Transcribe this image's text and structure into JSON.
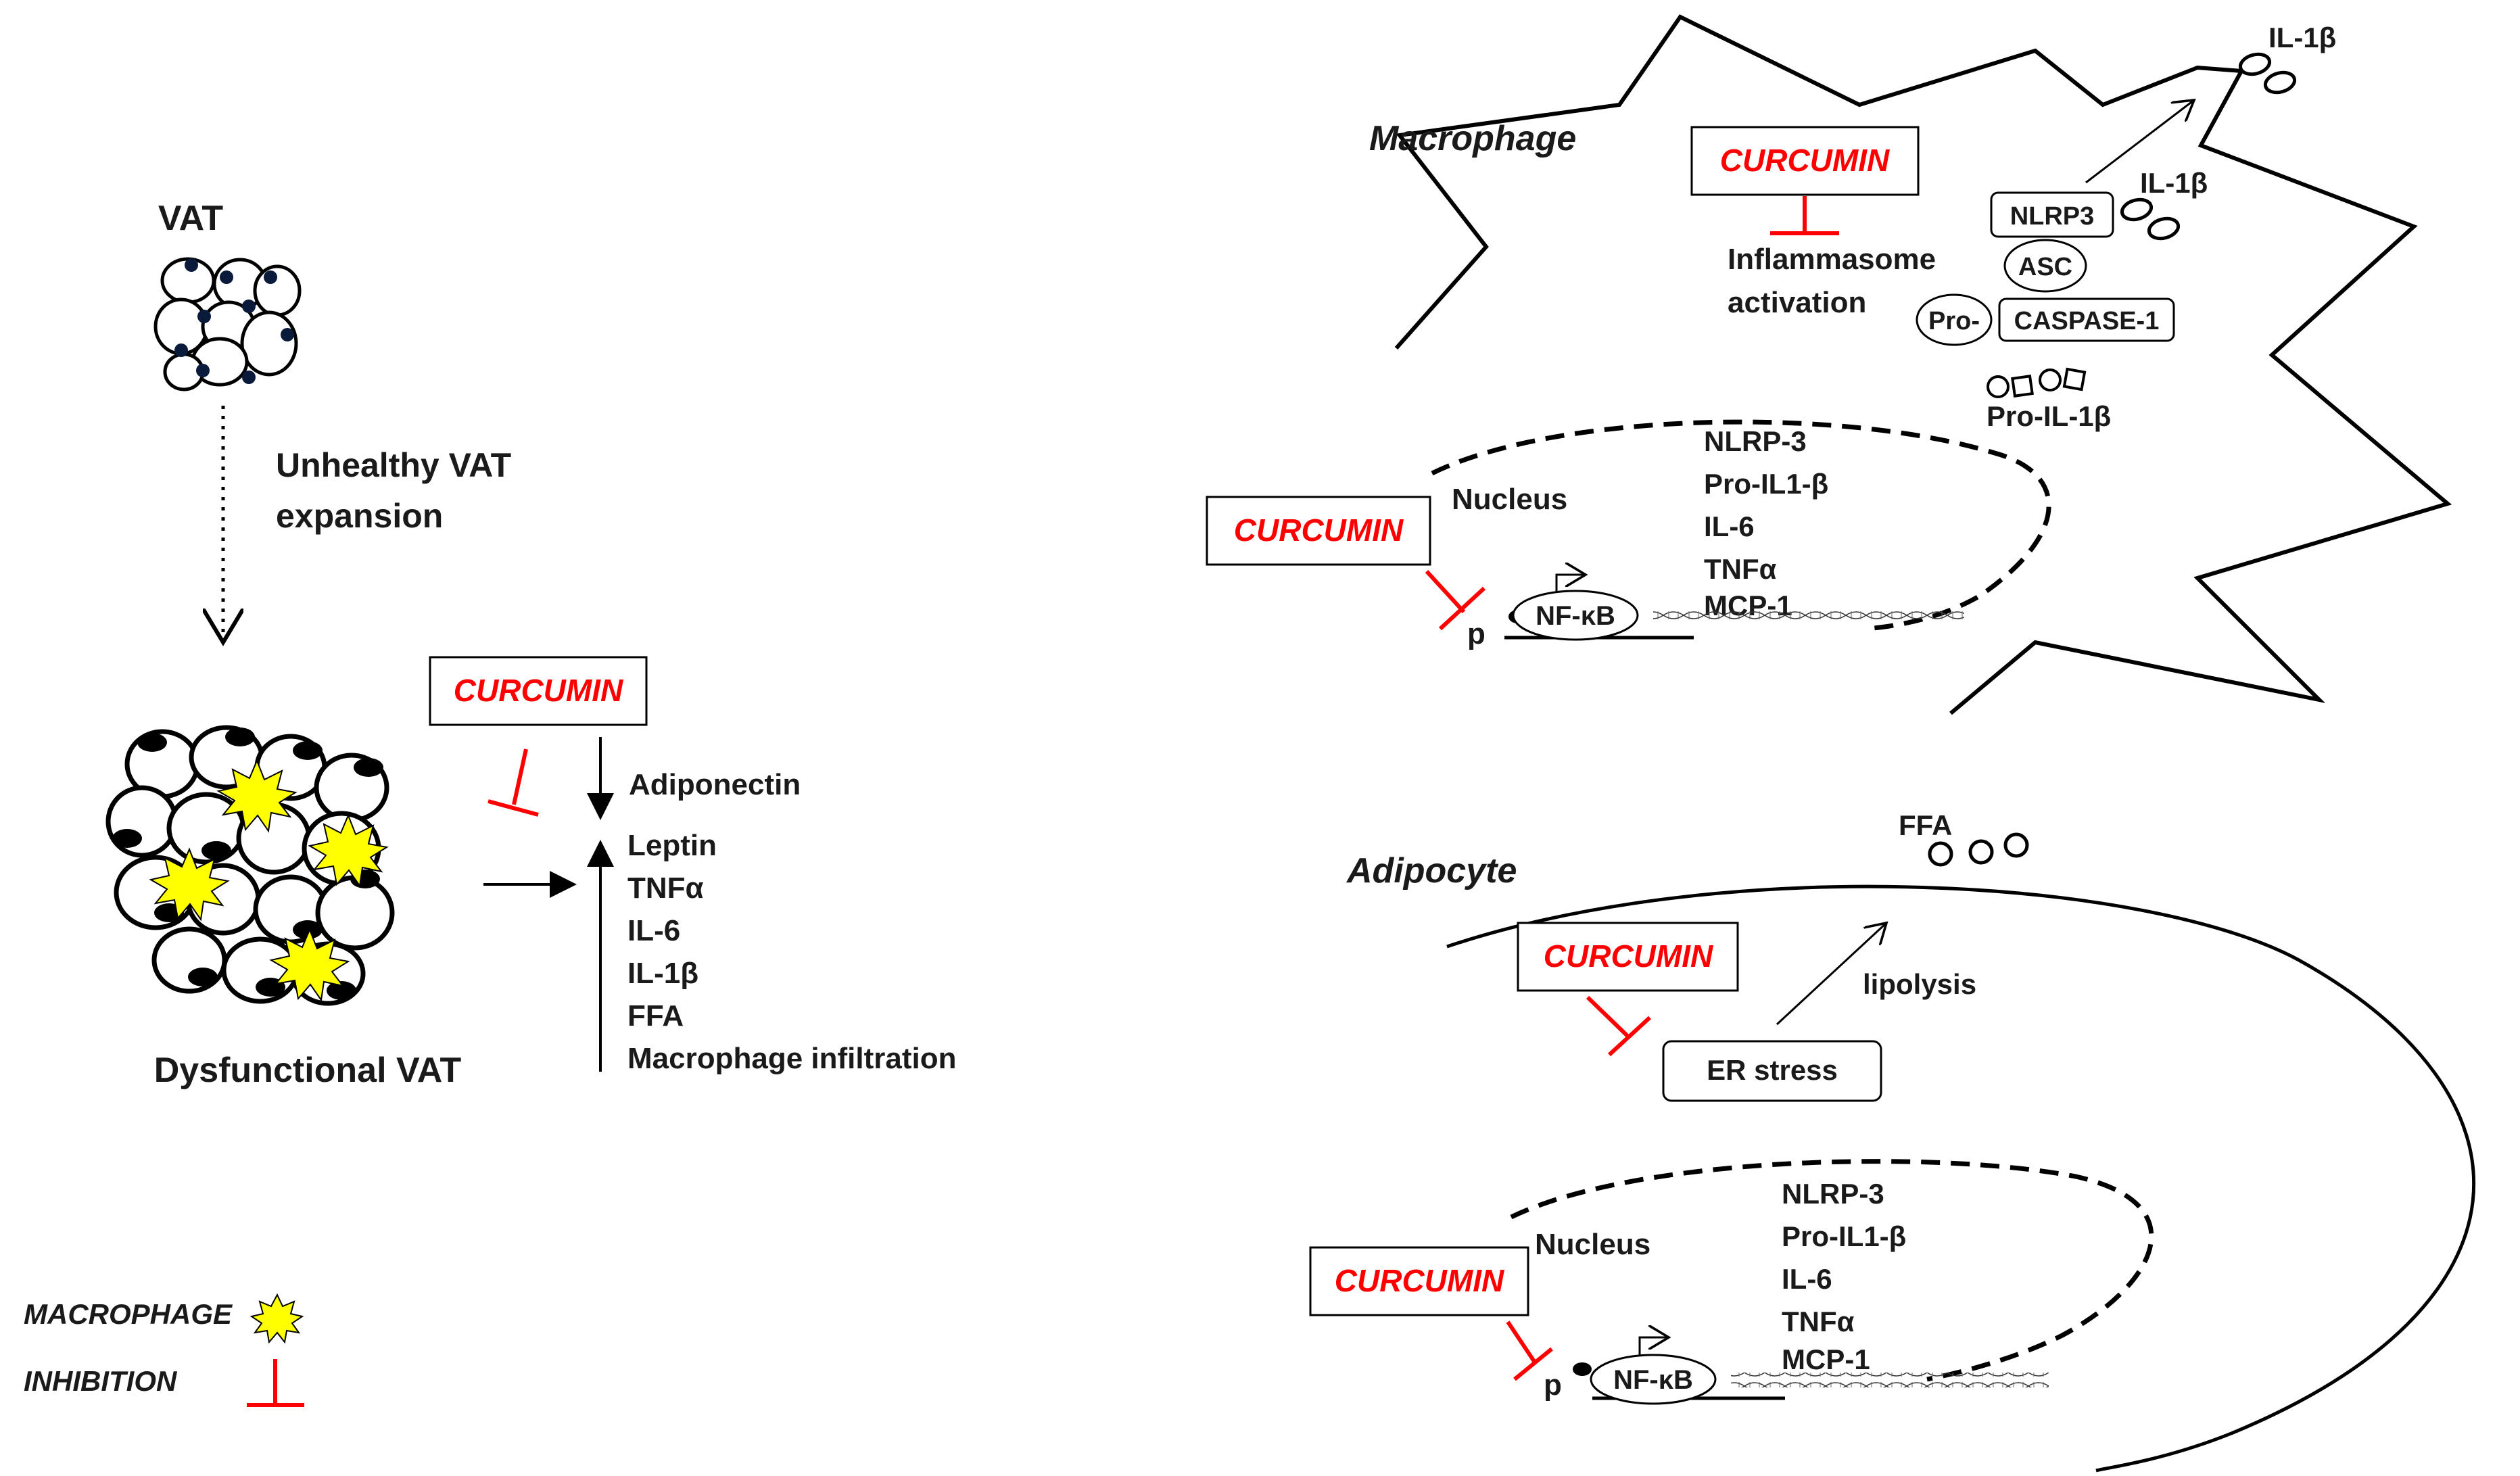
{
  "colors": {
    "inhibition": "#ff0000",
    "macrophage_fill": "#ffff00",
    "outline": "#000000"
  },
  "vat": {
    "title": "VAT",
    "expansion_line1": "Unhealthy VAT",
    "expansion_line2": "expansion",
    "dysfunctional_label": "Dysfunctional VAT",
    "curcumin": "CURCUMIN",
    "decreased": [
      "Adiponectin"
    ],
    "increased": [
      "Leptin",
      "TNFα",
      "IL-6",
      "IL-1β",
      "FFA",
      "Macrophage infiltration"
    ]
  },
  "legend": {
    "macrophage": "MACROPHAGE",
    "inhibition": "INHIBITION"
  },
  "macrophage_cell": {
    "title": "Macrophage",
    "curcumin_top": "CURCUMIN",
    "inflammasome_line1": "Inflammasome",
    "inflammasome_line2": "activation",
    "nlrp3": "NLRP3",
    "asc": "ASC",
    "pro": "Pro-",
    "caspase": "CASPASE-1",
    "pro_il1b": "Pro-IL-1β",
    "il1b_inner": "IL-1β",
    "il1b_outer": "IL-1β",
    "nucleus": "Nucleus",
    "curcumin_nucleus": "CURCUMIN",
    "genes": [
      "NLRP-3",
      "Pro-IL1-β",
      "IL-6",
      "TNFα",
      "MCP-1"
    ],
    "nfkb": "NF-κB",
    "p": "p"
  },
  "adipocyte_cell": {
    "title": "Adipocyte",
    "ffa": "FFA",
    "curcumin_er": "CURCUMIN",
    "lipolysis": "lipolysis",
    "er_stress": "ER stress",
    "nucleus": "Nucleus",
    "curcumin_nucleus": "CURCUMIN",
    "genes": [
      "NLRP-3",
      "Pro-IL1-β",
      "IL-6",
      "TNFα",
      "MCP-1"
    ],
    "nfkb": "NF-κB",
    "p": "p"
  }
}
